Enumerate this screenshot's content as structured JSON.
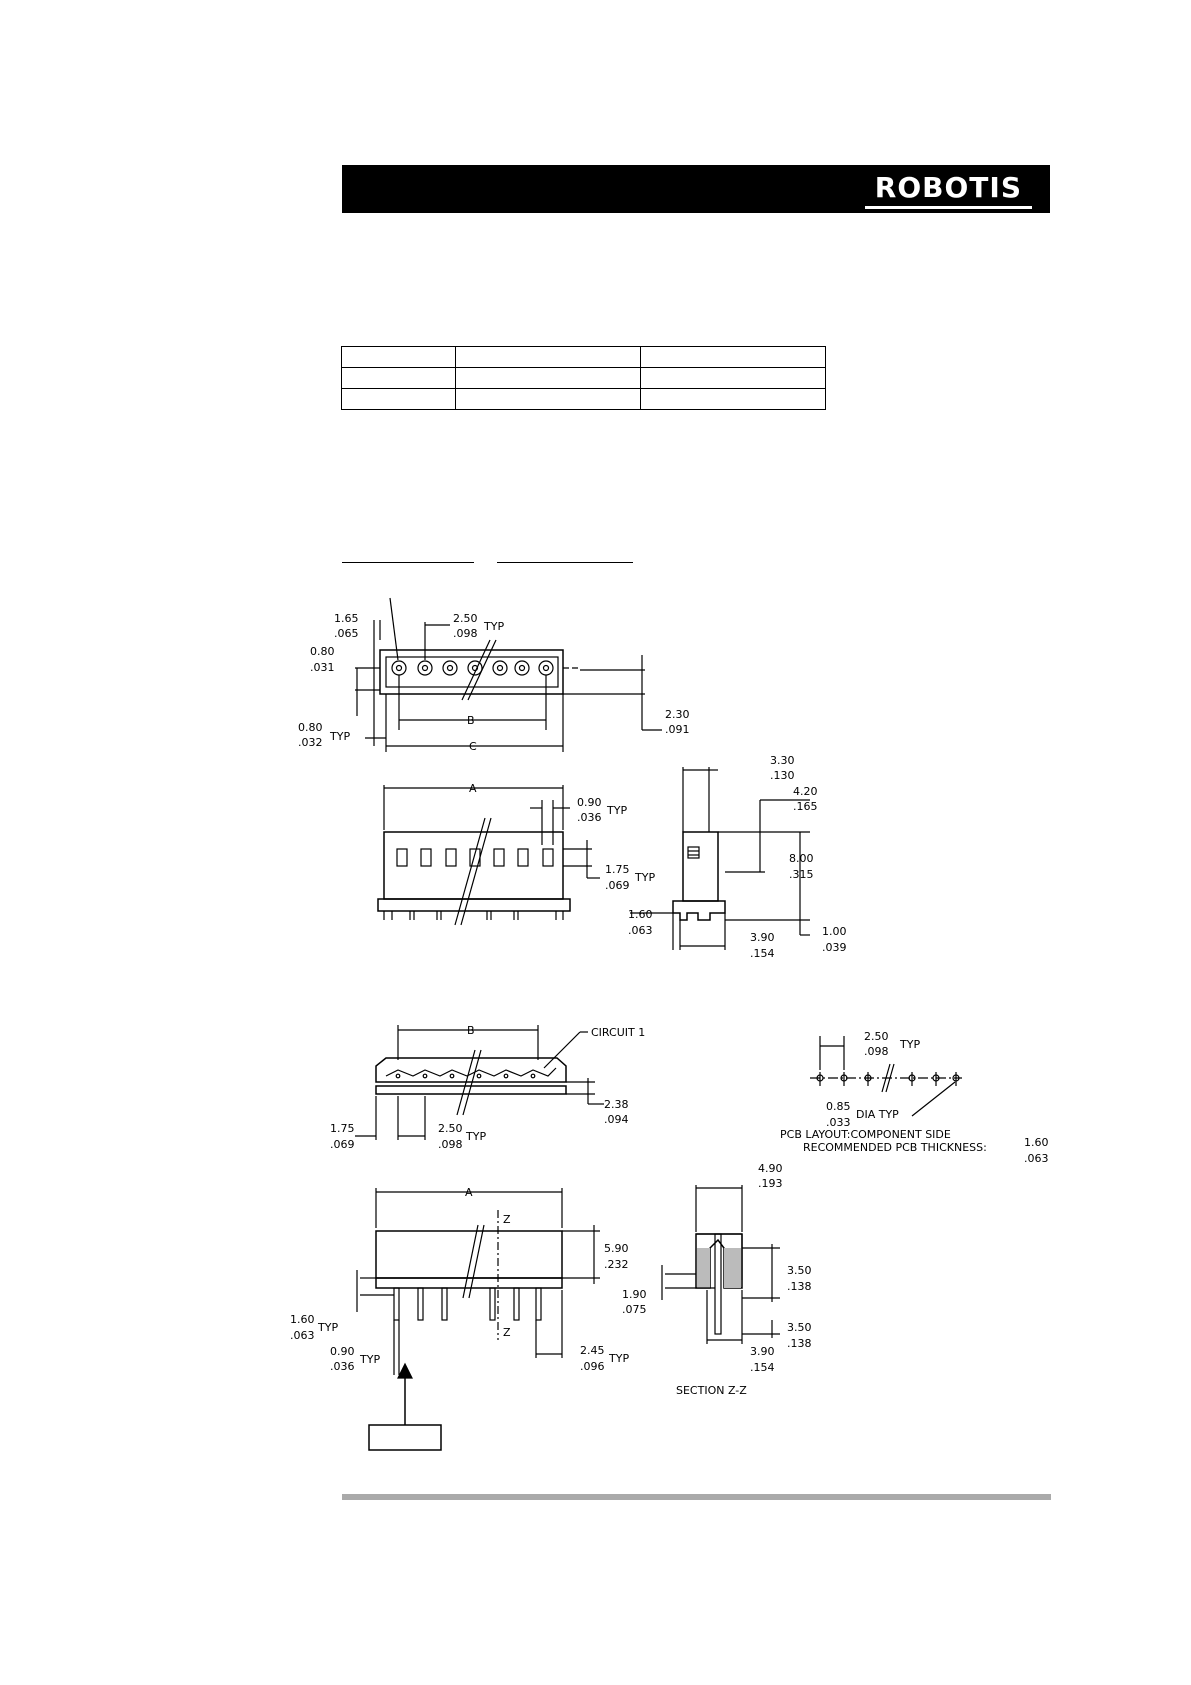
{
  "header": {
    "brand": "ROBOTIS"
  },
  "spec_table": {
    "rows": [
      [
        "",
        "",
        ""
      ],
      [
        "",
        "",
        ""
      ],
      [
        "",
        "",
        ""
      ]
    ]
  },
  "dims": {
    "d1_65": "1.65",
    "d065": ".065",
    "d2_50": "2.50",
    "d098": ".098",
    "typ": "TYP",
    "d0_80a": "0.80",
    "d031": ".031",
    "d0_80b": "0.80",
    "d032": ".032",
    "B": "B",
    "C": "C",
    "A": "A",
    "d2_30": "2.30",
    "d091": ".091",
    "d3_30": "3.30",
    "d130": ".130",
    "d4_20": "4.20",
    "d165": ".165",
    "d0_90a": "0.90",
    "d036a": ".036",
    "d1_75a": "1.75",
    "d069a": ".069",
    "d8_00": "8.00",
    "d315": ".315",
    "d1_60a": "1.60",
    "d063a": ".063",
    "d3_90a": "3.90",
    "d154a": ".154",
    "d1_00": "1.00",
    "d039": ".039",
    "circuit1": "CIRCUIT 1",
    "d2_50b": "2.50",
    "d098b": ".098",
    "d0_85": "0.85",
    "d033": ".033",
    "dia_typ": "DIA TYP",
    "pcb_layout": "PCB LAYOUT:COMPONENT SIDE",
    "pcb_thickness": "RECOMMENDED PCB THICKNESS:",
    "d1_60c": "1.60",
    "d063c": ".063",
    "d2_38": "2.38",
    "d094": ".094",
    "d1_75b": "1.75",
    "d069b": ".069",
    "d2_50c": "2.50",
    "d098c": ".098",
    "d4_90": "4.90",
    "d193": ".193",
    "Z": "Z",
    "d5_90": "5.90",
    "d232": ".232",
    "d3_50a": "3.50",
    "d138a": ".138",
    "d1_90": "1.90",
    "d075": ".075",
    "d3_50b": "3.50",
    "d138b": ".138",
    "d1_60b": "1.60",
    "d063b": ".063",
    "d0_90b": "0.90",
    "d036b": ".036",
    "d2_45": "2.45",
    "d096": ".096",
    "d3_90b": "3.90",
    "d154b": ".154",
    "section": "SECTION Z-Z"
  }
}
